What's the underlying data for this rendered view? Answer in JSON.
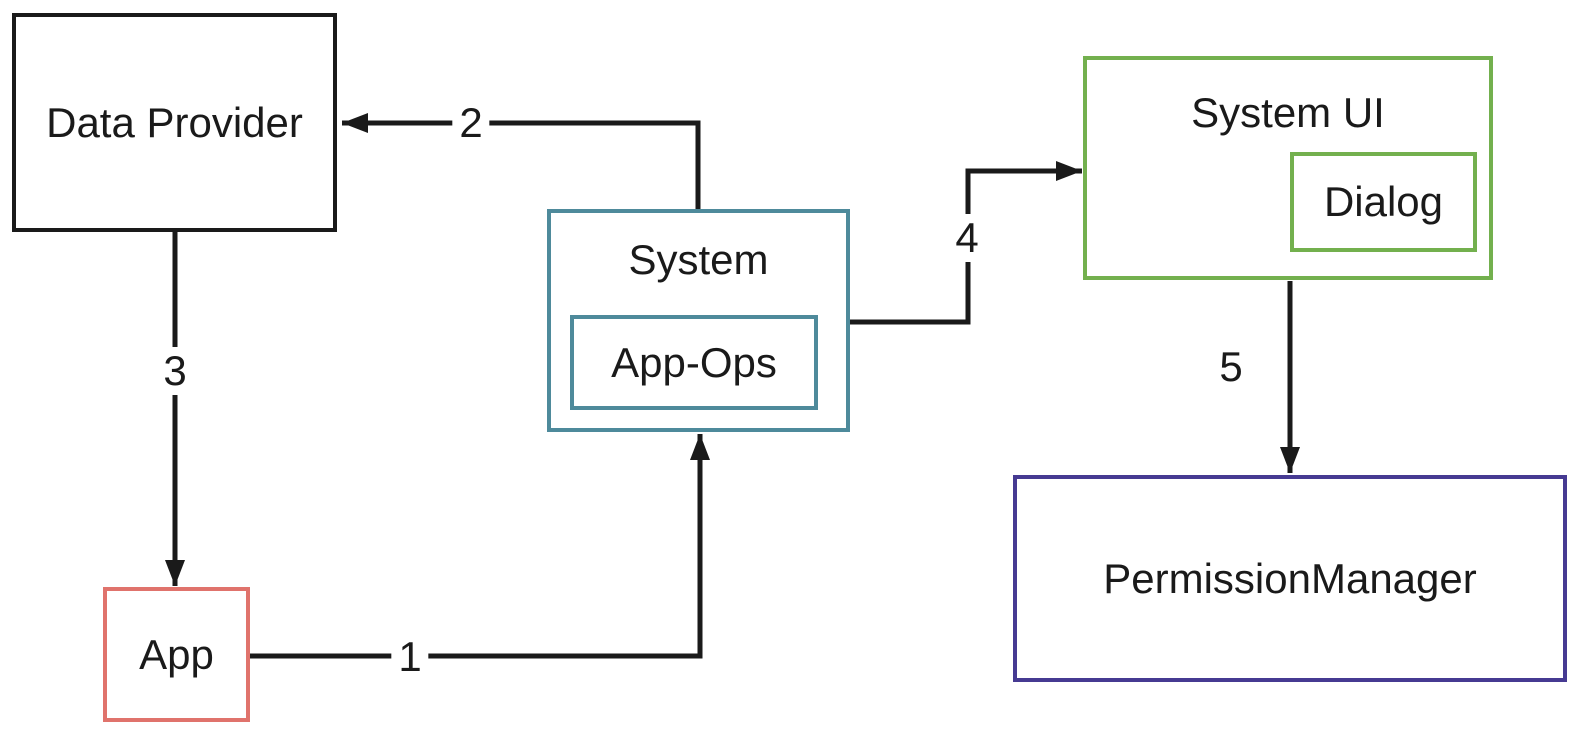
{
  "diagram": {
    "background": "#ffffff",
    "arrow_color": "#1a1a1a",
    "nodes": [
      {
        "id": "data-provider",
        "label": "Data Provider",
        "border_color": "#1a1a1a"
      },
      {
        "id": "app",
        "label": "App",
        "border_color": "#e0736c"
      },
      {
        "id": "system",
        "label": "System",
        "border_color": "#4e8a9b",
        "children": [
          {
            "id": "app-ops",
            "label": "App-Ops"
          }
        ]
      },
      {
        "id": "system-ui",
        "label": "System UI",
        "border_color": "#73b04e",
        "children": [
          {
            "id": "dialog",
            "label": "Dialog"
          }
        ]
      },
      {
        "id": "permission-manager",
        "label": "PermissionManager",
        "border_color": "#463a92"
      }
    ],
    "arrows": [
      {
        "label": "1",
        "from": "app",
        "to": "system"
      },
      {
        "label": "2",
        "from": "system",
        "to": "data-provider"
      },
      {
        "label": "3",
        "from": "data-provider",
        "to": "app"
      },
      {
        "label": "4",
        "from": "system",
        "to": "system-ui"
      },
      {
        "label": "5",
        "from": "system-ui",
        "to": "permission-manager"
      }
    ]
  }
}
